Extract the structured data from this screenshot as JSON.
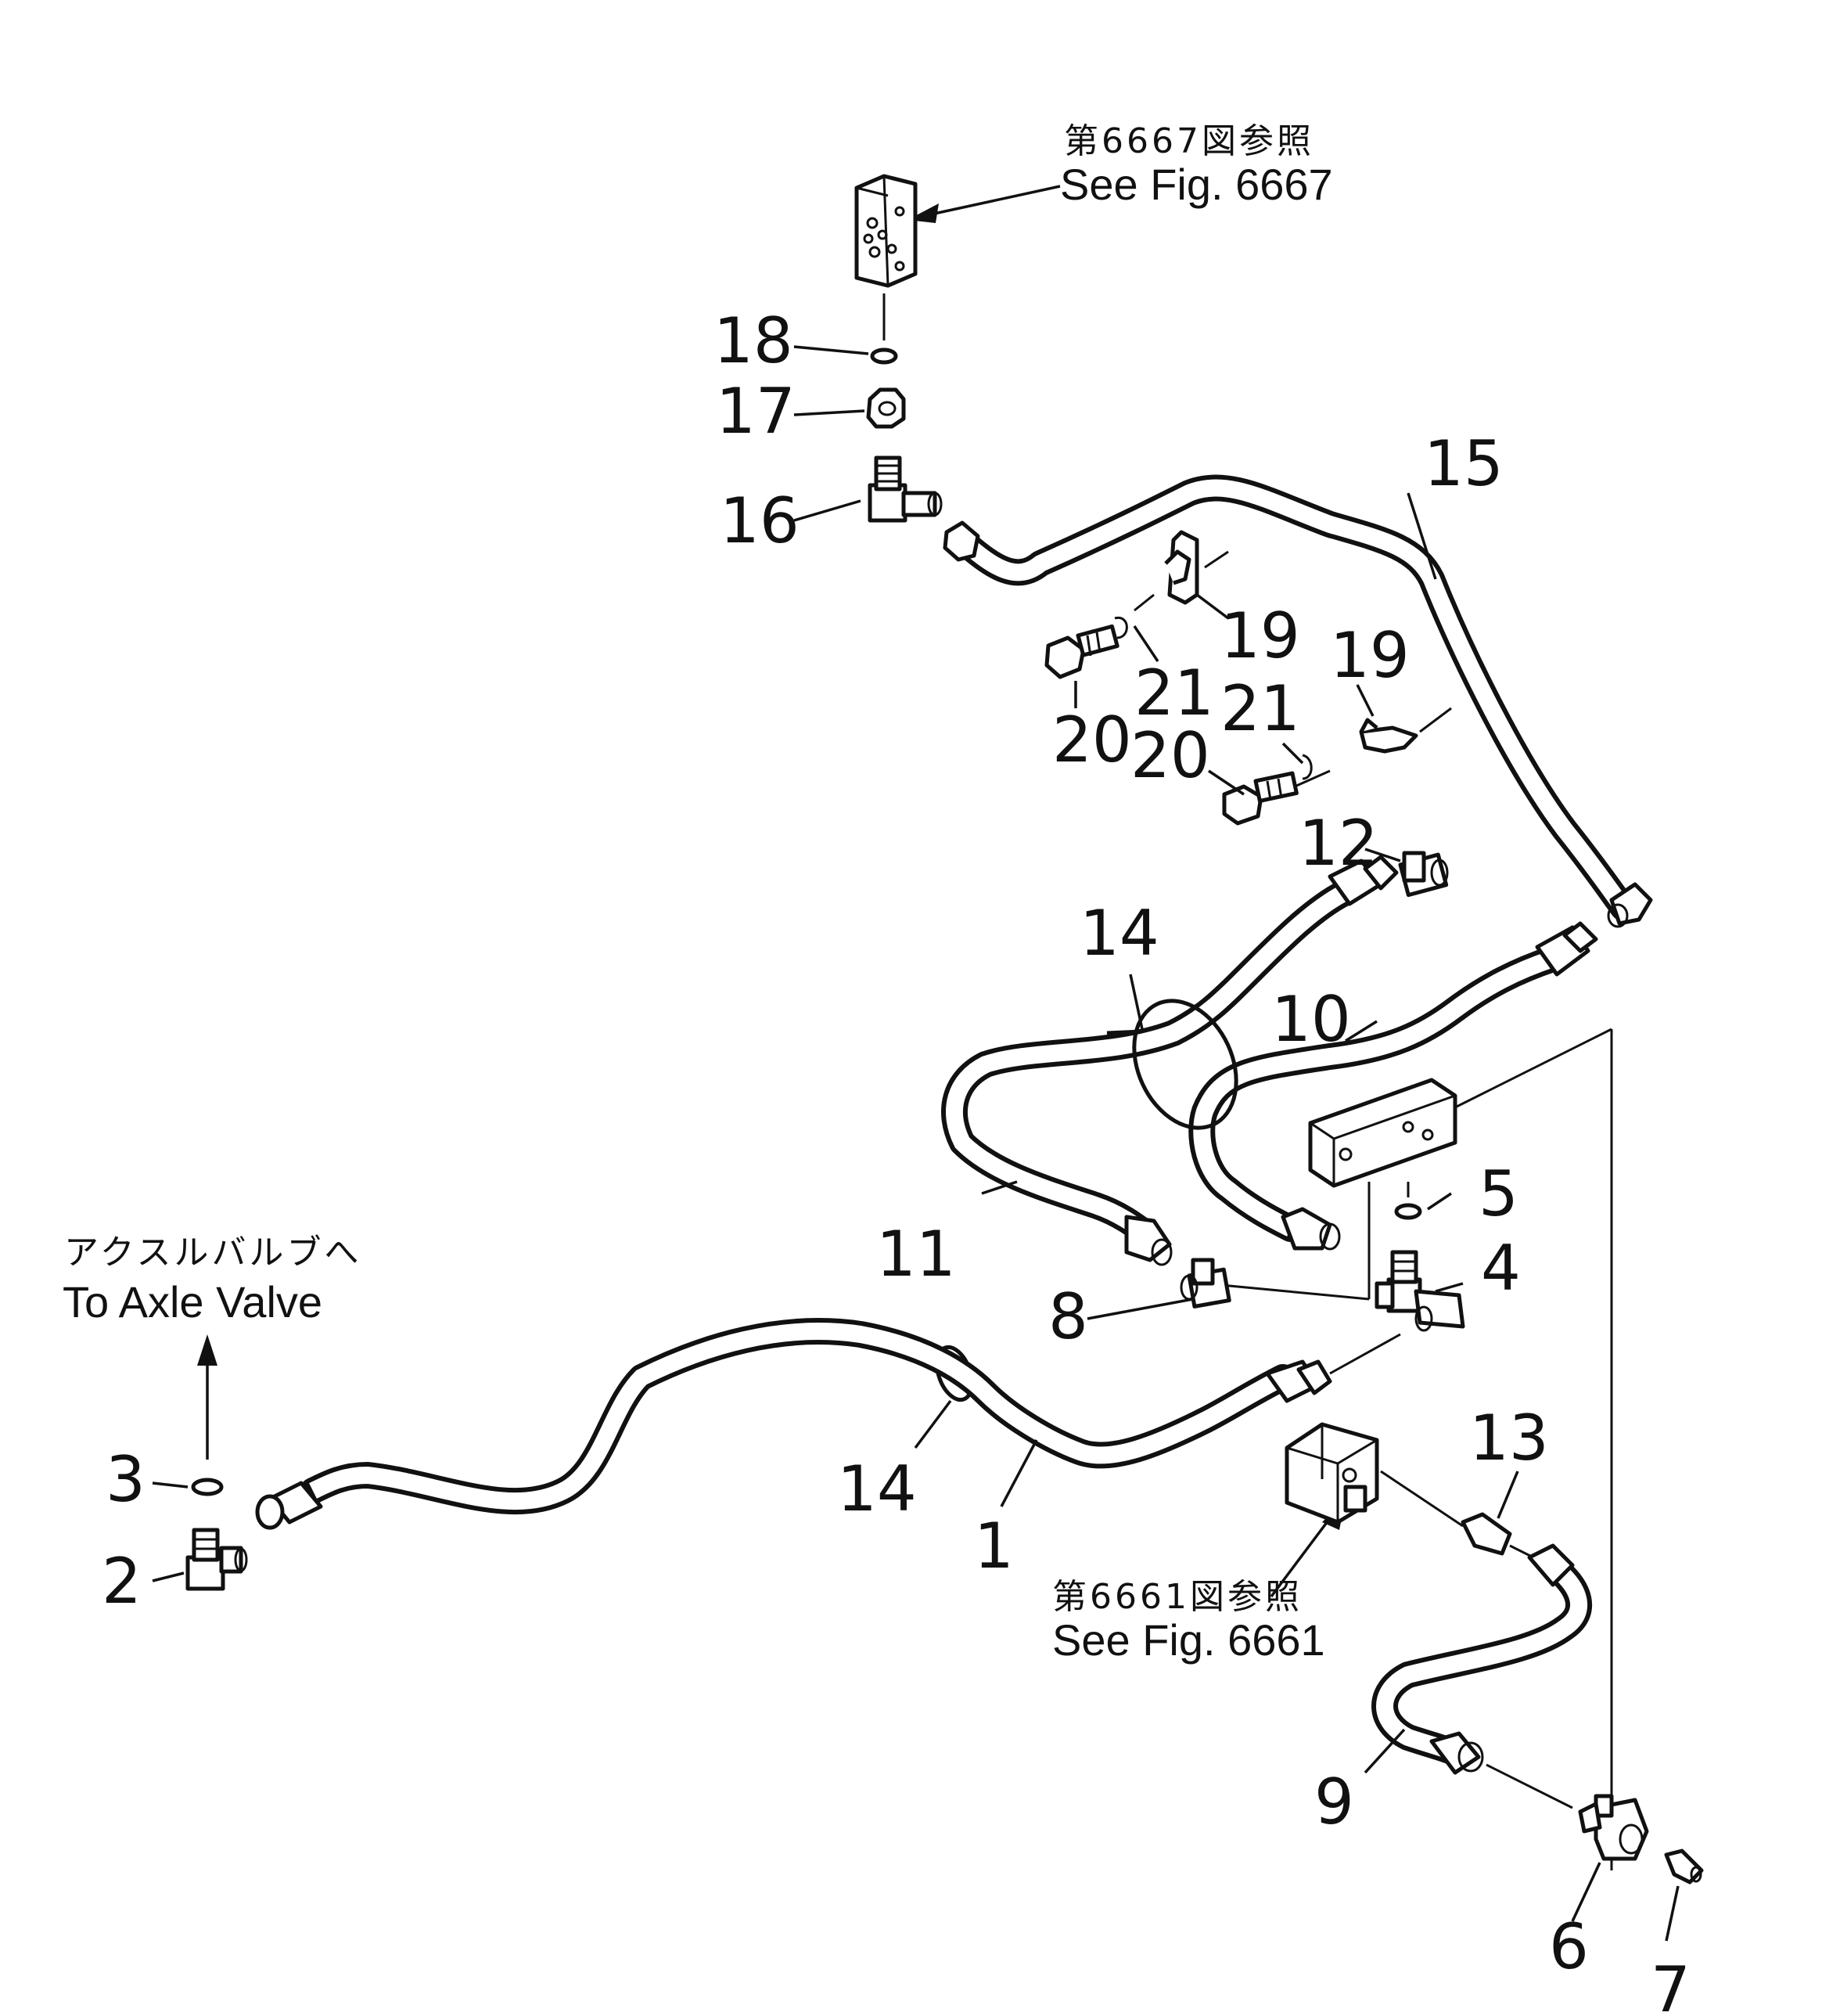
{
  "references": {
    "top": {
      "jp": "第6667図参照",
      "en": "See Fig. 6667"
    },
    "middle": {
      "jp": "第6661図参照",
      "en": "See Fig. 6661"
    },
    "left": {
      "jp": "アクスルバルブへ",
      "en": "To Axle Valve"
    }
  },
  "callouts": [
    "1",
    "2",
    "3",
    "4",
    "5",
    "6",
    "7",
    "8",
    "9",
    "10",
    "11",
    "12",
    "13",
    "14",
    "14",
    "15",
    "16",
    "17",
    "18",
    "19",
    "19",
    "20",
    "20",
    "21",
    "21"
  ]
}
